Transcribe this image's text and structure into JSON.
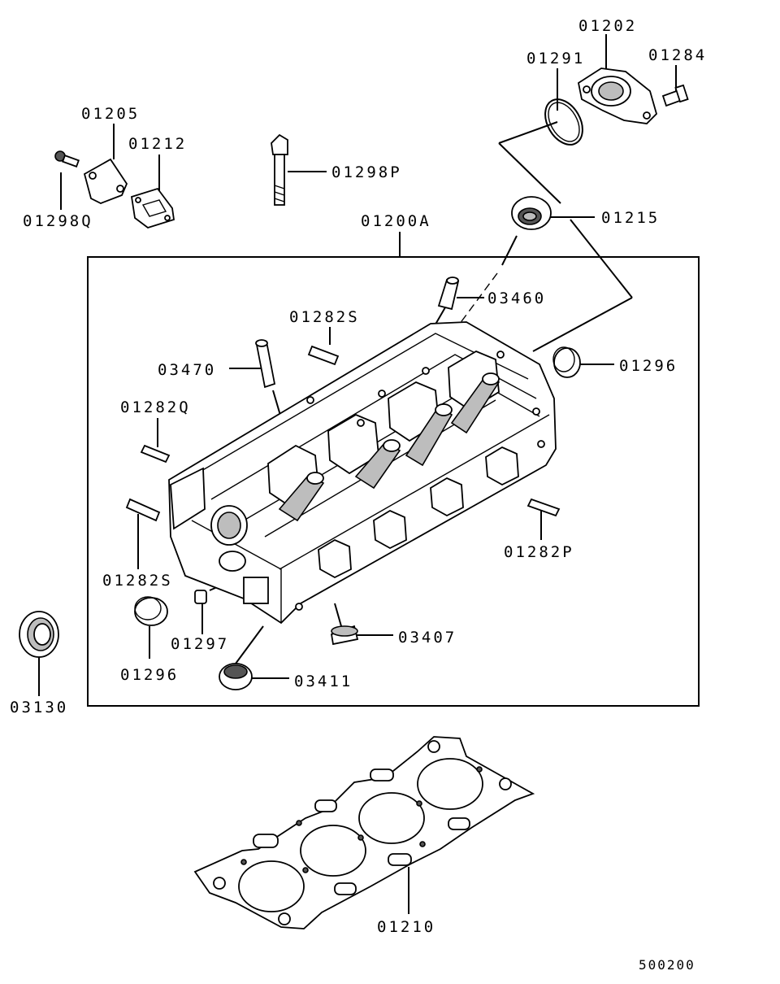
{
  "labels": {
    "p01202": "01202",
    "p01291": "01291",
    "p01284": "01284",
    "p01205": "01205",
    "p01212": "01212",
    "p01298P": "01298P",
    "p01298Q": "01298Q",
    "p01200A": "01200A",
    "p01215": "01215",
    "p03460": "03460",
    "p01282S_top": "01282S",
    "p03470": "03470",
    "p01296_right": "01296",
    "p01282Q": "01282Q",
    "p01282S_left": "01282S",
    "p01282P": "01282P",
    "p01297": "01297",
    "p01296_left": "01296",
    "p03407": "03407",
    "p03411": "03411",
    "p03130": "03130",
    "p01210": "01210"
  },
  "figure_number": "500200"
}
